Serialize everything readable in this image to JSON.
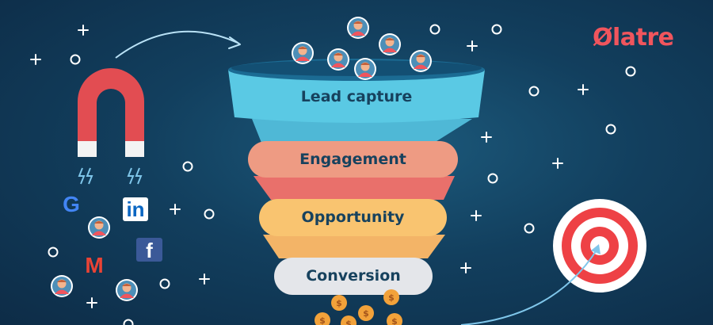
{
  "brand": {
    "name": "Ølatre"
  },
  "funnel": {
    "stages": [
      {
        "label": "Lead capture",
        "color": "#5ac9e4",
        "text_color": "#17425e"
      },
      {
        "label": "Engagement",
        "color": "#ee9b83",
        "text_color": "#17425e"
      },
      {
        "label": "Opportunity",
        "color": "#f9c470",
        "text_color": "#17425e"
      },
      {
        "label": "Conversion",
        "color": "#e4e6ea",
        "text_color": "#17425e"
      }
    ]
  },
  "channel_logos": {
    "google": "G",
    "linkedin": "in",
    "facebook": "f",
    "gmail": "M"
  },
  "icons": [
    "magnet-icon",
    "person-icon",
    "coin-icon",
    "target-icon",
    "arrow-icon",
    "plus-icon",
    "circle-icon"
  ],
  "colors": {
    "background": "#123f5e",
    "brand": "#f0555d",
    "magnet": "#e24d52",
    "target_red": "#ee4145",
    "arrow": "#7fc6ea",
    "coin": "#f2a23a"
  },
  "coin_symbol": "$"
}
